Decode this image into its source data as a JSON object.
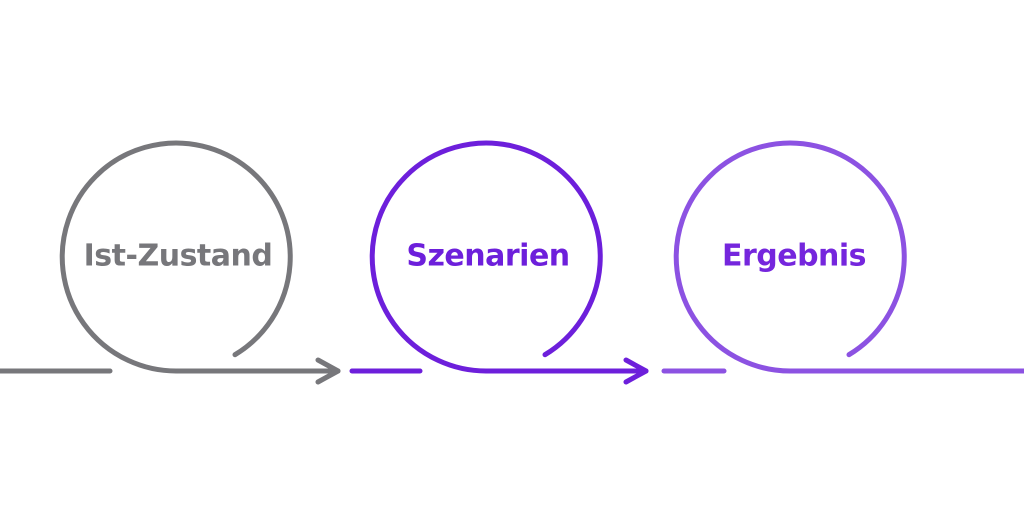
{
  "steps": [
    {
      "label": "Ist-Zustand",
      "color": "#77777b",
      "text_color": "#77777b"
    },
    {
      "label": "Szenarien",
      "color": "#6d1fdb",
      "text_color": "#6d1fdb"
    },
    {
      "label": "Ergebnis",
      "color": "#8c52e2",
      "text_color": "#7526dd"
    }
  ]
}
